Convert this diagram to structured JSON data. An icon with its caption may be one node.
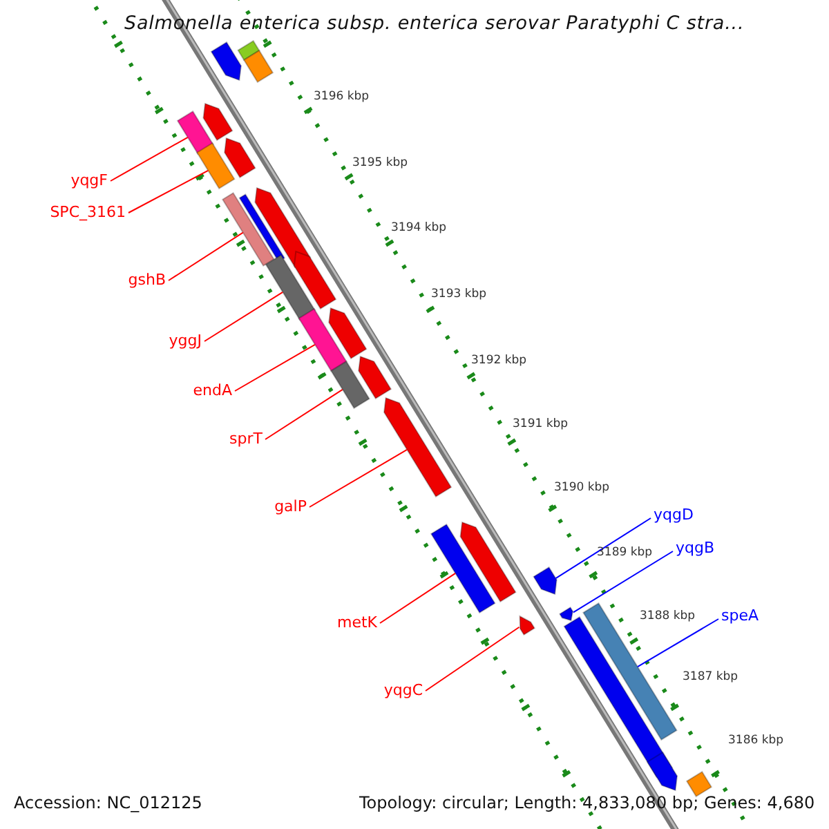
{
  "diagram": {
    "title": "Salmonella enterica subsp. enterica serovar Paratyphi C stra...",
    "nodes": [
      {
        "text": [
          "yqgF"
        ]
      },
      {
        "text": [
          "SPC_3161"
        ]
      },
      {
        "text": [
          "gshB"
        ]
      },
      {
        "text": [
          "yggJ"
        ]
      },
      {
        "text": [
          "endA"
        ]
      },
      {
        "text": [
          "sprT"
        ]
      },
      {
        "text": [
          "galP"
        ]
      },
      {
        "text": [
          "yqgD"
        ]
      },
      {
        "text": [
          "yqgB"
        ]
      },
      {
        "text": [
          "speA"
        ]
      },
      {
        "text": [
          "metK"
        ]
      },
      {
        "text": [
          "yqgC"
        ]
      },
      {
        "text": [],
        "shape": "bar"
      },
      {
        "text": [],
        "shape": "bar"
      },
      {
        "text": [],
        "shape": "bar"
      },
      {
        "text": [],
        "shape": "bar"
      },
      {
        "text": [],
        "shape": "bar"
      },
      {
        "text": [],
        "shape": "bar"
      },
      {
        "text": [],
        "shape": "bar"
      },
      {
        "text": [],
        "shape": "bar"
      },
      {
        "text": [],
        "shape": "bar"
      },
      {
        "text": [],
        "shape": "bar"
      },
      {
        "text": [],
        "shape": "bar"
      },
      {
        "text": [],
        "shape": "bar"
      },
      {
        "text": [],
        "shape": "bar"
      },
      {
        "text": [],
        "shape": "bar"
      },
      {
        "text": [],
        "shape": "bar"
      },
      {
        "text": [],
        "shape": "bar"
      },
      {
        "text": [],
        "shape": "bar"
      },
      {
        "text": [],
        "shape": "bar"
      },
      {
        "text": [],
        "shape": "bar"
      },
      {
        "text": [],
        "shape": "bar"
      },
      {
        "text": [],
        "shape": "bar"
      },
      {
        "text": [],
        "shape": "bar"
      },
      {
        "text": [],
        "shape": "bar"
      },
      {
        "text": [],
        "shape": "bar"
      },
      {
        "text": [],
        "shape": "bar"
      },
      {
        "text": [],
        "shape": "bar"
      }
    ],
    "edges": [
      {
        "from": 0,
        "to": 16,
        "arrow": "none"
      },
      {
        "from": 1,
        "to": 18,
        "arrow": "none"
      },
      {
        "from": 2,
        "to": 20,
        "arrow": "none"
      },
      {
        "from": 3,
        "to": 23,
        "arrow": "none"
      },
      {
        "from": 4,
        "to": 25,
        "arrow": "none"
      },
      {
        "from": 5,
        "to": 27,
        "arrow": "none"
      },
      {
        "from": 6,
        "to": 28,
        "arrow": "none"
      },
      {
        "from": 7,
        "to": 31,
        "arrow": "none",
        "color": "#0000ff"
      },
      {
        "from": 8,
        "to": 33,
        "arrow": "none",
        "color": "#0000ff"
      },
      {
        "from": 9,
        "to": 32,
        "arrow": "none",
        "color": "#0000ff"
      },
      {
        "from": 10,
        "to": 30,
        "arrow": "none"
      },
      {
        "from": 11,
        "to": 34,
        "arrow": "none"
      }
    ],
    "labels": [
      "3196 kbp",
      "3195 kbp",
      "3194 kbp",
      "3193 kbp",
      "3192 kbp",
      "3191 kbp",
      "3190 kbp",
      "3189 kbp",
      "3188 kbp",
      "3187 kbp",
      "3186 kbp",
      "Accession: NC_012125",
      "Topology: circular; Length: 4,833,080 bp; Genes: 4,680"
    ]
  }
}
